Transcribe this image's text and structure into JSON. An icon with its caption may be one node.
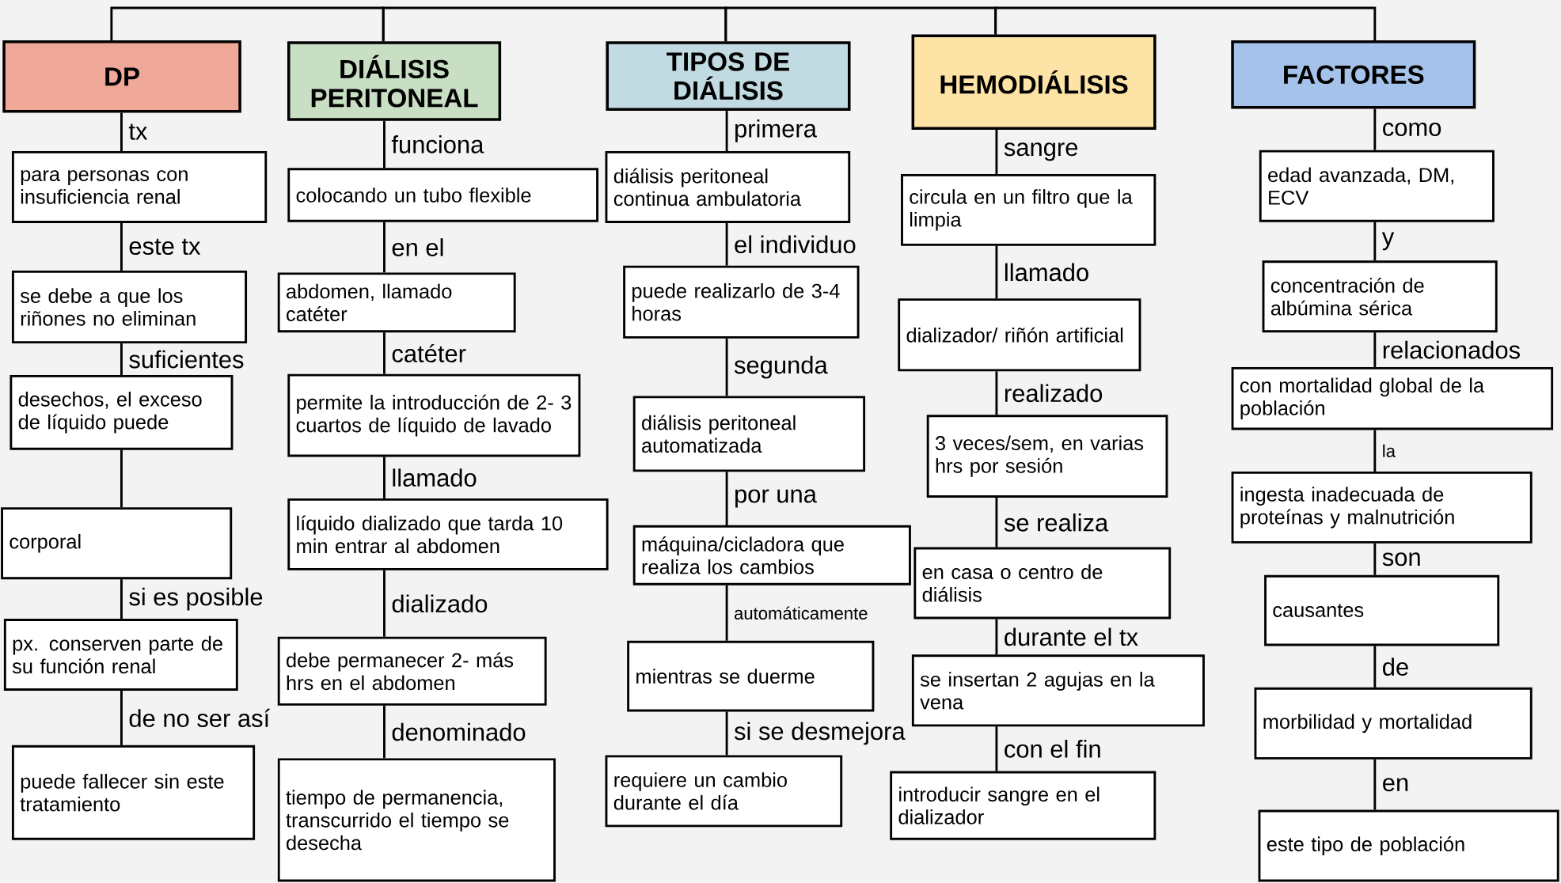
{
  "diagram": {
    "nodes": [
      {
        "text": [
          "DP"
        ]
      },
      {
        "text": [
          "para personas con insuficiencia renal"
        ]
      },
      {
        "text": [
          "se debe a que los riñones no eliminan"
        ]
      },
      {
        "text": [
          "desechos, el exceso de líquido puede"
        ]
      },
      {
        "text": [
          "corporal"
        ]
      },
      {
        "text": [
          "px. conserven parte de su función renal"
        ]
      },
      {
        "text": [
          "puede fallecer sin este tratamiento"
        ]
      },
      {
        "text": [
          "DIÁLISIS PERITONEAL"
        ]
      },
      {
        "text": [
          "colocando un tubo flexible"
        ]
      },
      {
        "text": [
          "abdomen, llamado catéter"
        ]
      },
      {
        "text": [
          "permite la introducción de 2- 3 cuartos de líquido de lavado"
        ]
      },
      {
        "text": [
          "líquido dializado que tarda 10 min entrar al abdomen"
        ]
      },
      {
        "text": [
          "debe permanecer 2- más hrs en el abdomen"
        ]
      },
      {
        "text": [
          "tiempo de permanencia, transcurrido el tiempo se desecha"
        ]
      },
      {
        "text": [
          "TIPOS DE DIÁLISIS"
        ]
      },
      {
        "text": [
          "diálisis peritoneal continua ambulatoria"
        ]
      },
      {
        "text": [
          "puede realizarlo de 3-4 horas"
        ]
      },
      {
        "text": [
          "diálisis peritoneal automatizada"
        ]
      },
      {
        "text": [
          "máquina/cicladora que realiza los cambios"
        ]
      },
      {
        "text": [
          "mientras se duerme"
        ]
      },
      {
        "text": [
          "requiere un cambio durante el día"
        ]
      },
      {
        "text": [
          "HEMODIÁLISIS"
        ]
      },
      {
        "text": [
          "circula en un filtro que la limpia"
        ]
      },
      {
        "text": [
          "dializador/ riñón artificial"
        ]
      },
      {
        "text": [
          "3 veces/sem, en varias hrs por sesión"
        ]
      },
      {
        "text": [
          "en casa o centro de diálisis"
        ]
      },
      {
        "text": [
          "se insertan 2 agujas en la vena"
        ]
      },
      {
        "text": [
          "introducir sangre en el dializador"
        ]
      },
      {
        "text": [
          "FACTORES"
        ]
      },
      {
        "text": [
          "edad avanzada, DM, ECV"
        ]
      },
      {
        "text": [
          "concentración de albúmina sérica"
        ]
      },
      {
        "text": [
          "con mortalidad global de la población"
        ]
      },
      {
        "text": [
          "ingesta inadecuada de proteínas y malnutrición"
        ]
      },
      {
        "text": [
          "causantes"
        ]
      },
      {
        "text": [
          "morbilidad y mortalidad"
        ]
      },
      {
        "text": [
          "este tipo de población"
        ]
      }
    ],
    "edges": [
      {
        "from": 0,
        "to": 7,
        "arrow": "none"
      },
      {
        "from": 7,
        "to": 14,
        "arrow": "none"
      },
      {
        "from": 14,
        "to": 21,
        "arrow": "none"
      },
      {
        "from": 21,
        "to": 28,
        "arrow": "none"
      },
      {
        "from": 0,
        "to": 1,
        "arrow": "none",
        "label": "tx"
      },
      {
        "from": 1,
        "to": 2,
        "arrow": "none",
        "label": "este tx"
      },
      {
        "from": 2,
        "to": 3,
        "arrow": "none",
        "label": "suficientes"
      },
      {
        "from": 3,
        "to": 4,
        "arrow": "none"
      },
      {
        "from": 4,
        "to": 5,
        "arrow": "none",
        "label": "si es posible"
      },
      {
        "from": 5,
        "to": 6,
        "arrow": "none",
        "label": "de no ser así"
      },
      {
        "from": 7,
        "to": 8,
        "arrow": "none",
        "label": "funciona"
      },
      {
        "from": 8,
        "to": 9,
        "arrow": "none",
        "label": "en el"
      },
      {
        "from": 9,
        "to": 10,
        "arrow": "none",
        "label": "catéter"
      },
      {
        "from": 10,
        "to": 11,
        "arrow": "none",
        "label": "llamado"
      },
      {
        "from": 11,
        "to": 12,
        "arrow": "none",
        "label": "dializado"
      },
      {
        "from": 12,
        "to": 13,
        "arrow": "none",
        "label": "denominado"
      },
      {
        "from": 14,
        "to": 15,
        "arrow": "none",
        "label": "primera"
      },
      {
        "from": 15,
        "to": 16,
        "arrow": "none",
        "label": "el individuo"
      },
      {
        "from": 16,
        "to": 17,
        "arrow": "none",
        "label": "segunda"
      },
      {
        "from": 17,
        "to": 18,
        "arrow": "none",
        "label": "por una"
      },
      {
        "from": 18,
        "to": 19,
        "arrow": "none",
        "label": "automáticamente"
      },
      {
        "from": 19,
        "to": 20,
        "arrow": "none",
        "label": "si se desmejora"
      },
      {
        "from": 21,
        "to": 22,
        "arrow": "none",
        "label": "sangre"
      },
      {
        "from": 22,
        "to": 23,
        "arrow": "none",
        "label": "llamado"
      },
      {
        "from": 23,
        "to": 24,
        "arrow": "none",
        "label": "realizado"
      },
      {
        "from": 24,
        "to": 25,
        "arrow": "none",
        "label": "se realiza"
      },
      {
        "from": 25,
        "to": 26,
        "arrow": "none",
        "label": "durante el tx"
      },
      {
        "from": 26,
        "to": 27,
        "arrow": "none",
        "label": "con el fin"
      },
      {
        "from": 28,
        "to": 29,
        "arrow": "none",
        "label": "como"
      },
      {
        "from": 29,
        "to": 30,
        "arrow": "none",
        "label": "y"
      },
      {
        "from": 30,
        "to": 31,
        "arrow": "none",
        "label": "relacionados"
      },
      {
        "from": 31,
        "to": 32,
        "arrow": "none",
        "label": "la"
      },
      {
        "from": 32,
        "to": 33,
        "arrow": "none",
        "label": "son"
      },
      {
        "from": 33,
        "to": 34,
        "arrow": "none",
        "label": "de"
      },
      {
        "from": 34,
        "to": 35,
        "arrow": "none",
        "label": "en"
      }
    ]
  }
}
